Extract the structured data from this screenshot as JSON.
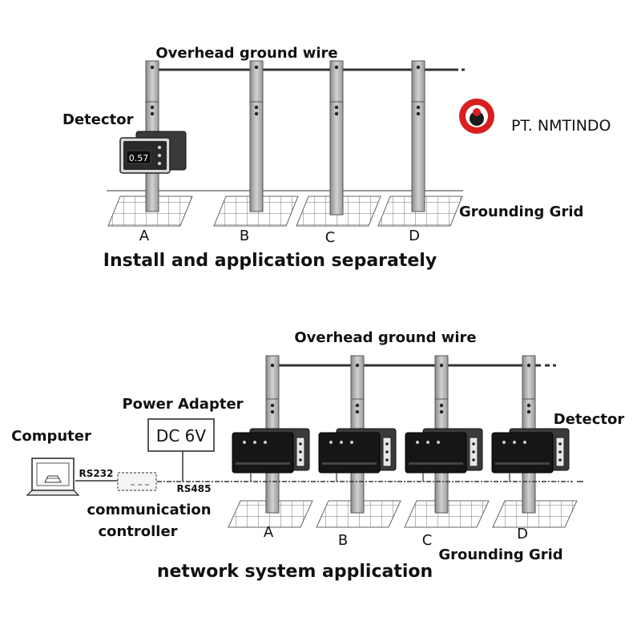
{
  "top": {
    "wire_label": "Overhead ground wire",
    "detector_label": "Detector",
    "detector_display": "0.57",
    "grounding_label": "Grounding Grid",
    "poles": [
      "A",
      "B",
      "C",
      "D"
    ],
    "caption": "Install and application separately"
  },
  "brand": {
    "name": "PT. NMTINDO",
    "logo_color": "#d81e1e"
  },
  "bottom": {
    "wire_label": "Overhead ground wire",
    "power_adapter_label": "Power Adapter",
    "power_adapter_value": "DC 6V",
    "computer_label": "Computer",
    "rs232_label": "RS232",
    "rs485_label": "RS485",
    "controller_label_line1": "communication",
    "controller_label_line2": "controller",
    "detector_label": "Detector",
    "grounding_label": "Grounding Grid",
    "poles": [
      "A",
      "B",
      "C",
      "D"
    ],
    "caption": "network system application"
  }
}
